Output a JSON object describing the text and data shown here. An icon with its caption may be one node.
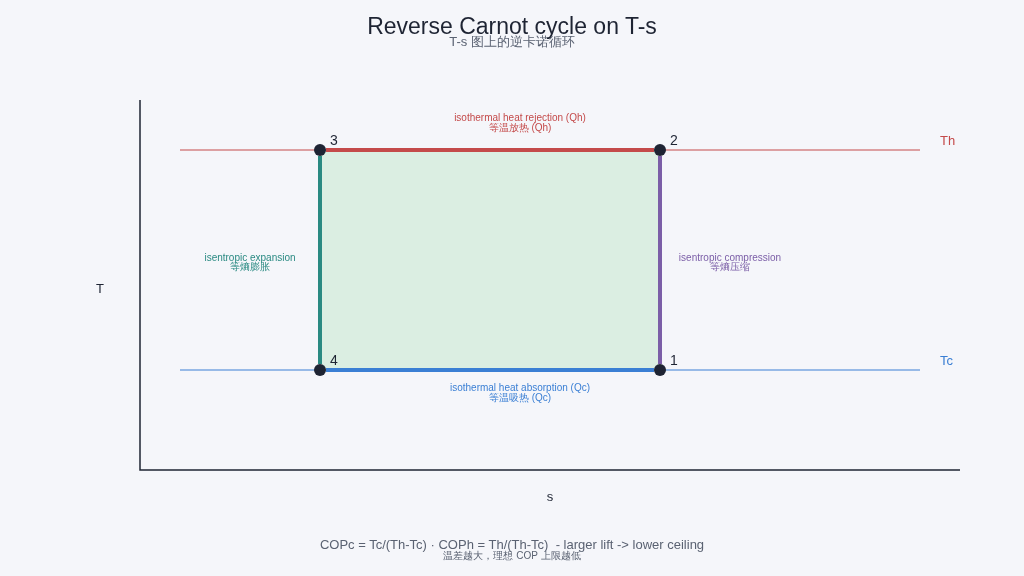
{
  "diagram": {
    "title": "Reverse Carnot cycle on T-s",
    "caption": "COPc = Tc/(Th-Tc) · COPh = Th/(Th-Tc)  - larger lift -> lower ceiling",
    "nodes": [
      {
        "text": [],
        "shape": "circle",
        "beside": [
          "3"
        ]
      },
      {
        "text": [],
        "shape": "circle",
        "beside": [
          "2"
        ]
      },
      {
        "text": [],
        "shape": "circle",
        "beside": [
          "4"
        ]
      },
      {
        "text": [],
        "shape": "circle",
        "beside": [
          "1"
        ]
      },
      {
        "text": [],
        "shape": "box"
      }
    ],
    "edges": [
      {
        "from": 3,
        "to": 1,
        "arrow": "none",
        "label": "isentropic compression",
        "color": "#7b5ea7"
      },
      {
        "from": 1,
        "to": 0,
        "arrow": "none",
        "label": "isothermal heat rejection (Qh)",
        "color": "#c44a4a"
      },
      {
        "from": 0,
        "to": 2,
        "arrow": "none",
        "label": "isentropic expansion",
        "color": "#2a8a82"
      },
      {
        "from": 2,
        "to": 3,
        "arrow": "none",
        "label": "isothermal heat absorption (Qc)",
        "color": "#3a7fd4"
      }
    ],
    "labels": [
      "T-s 图上的逆卡诺循环",
      "等温放热 (Qh)",
      "Th",
      "等熵膨胀",
      "等熵压缩",
      "T",
      "等温吸热 (Qc)",
      "Tc",
      "s",
      "温差越大，理想 COP 上限越低"
    ]
  }
}
